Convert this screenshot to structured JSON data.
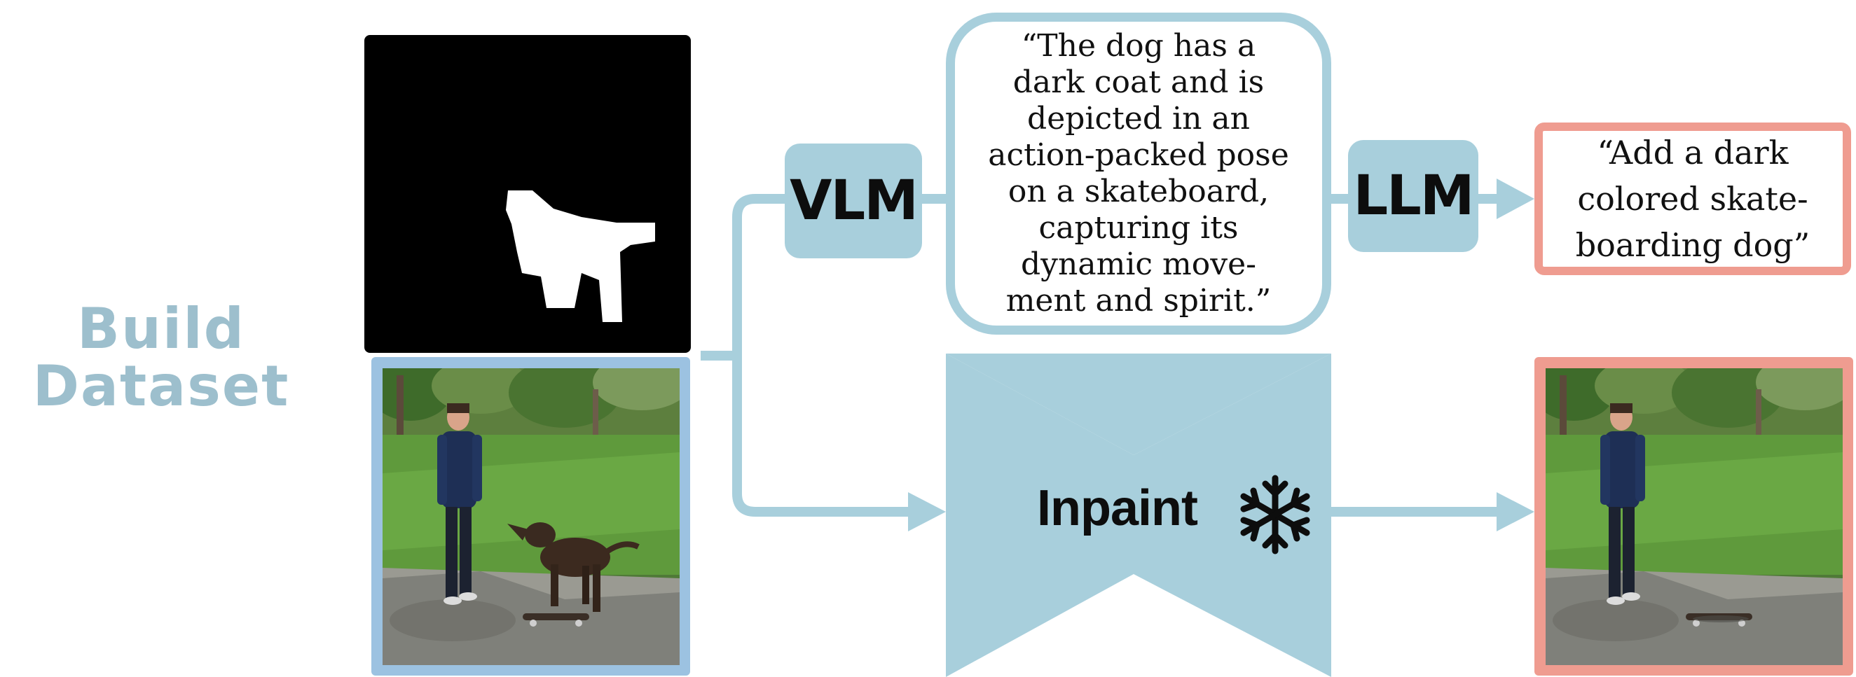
{
  "title": {
    "line1": "Build",
    "line2": "Dataset"
  },
  "models": {
    "vlm": "VLM",
    "llm": "LLM",
    "inpaint": "Inpaint"
  },
  "caption": {
    "lines": [
      "“The dog has a",
      "dark coat and is",
      "depicted in an",
      "action-packed pose",
      "on a skateboard,",
      "capturing its",
      "dynamic move-",
      "ment and spirit.”"
    ]
  },
  "prompt": {
    "lines": [
      "“Add a dark",
      "colored skate-",
      "boarding dog”"
    ]
  },
  "images": {
    "mask": "object-mask",
    "input": "input-photo",
    "output": "inpainted-output-photo"
  },
  "icons": {
    "frozen": "snowflake-icon"
  },
  "colors": {
    "flow": "#a8cfdc",
    "title": "#9dbfcd",
    "input_frame": "#9cc2e1",
    "output_frame": "#ef9c90",
    "mask_bg": "#000000"
  }
}
